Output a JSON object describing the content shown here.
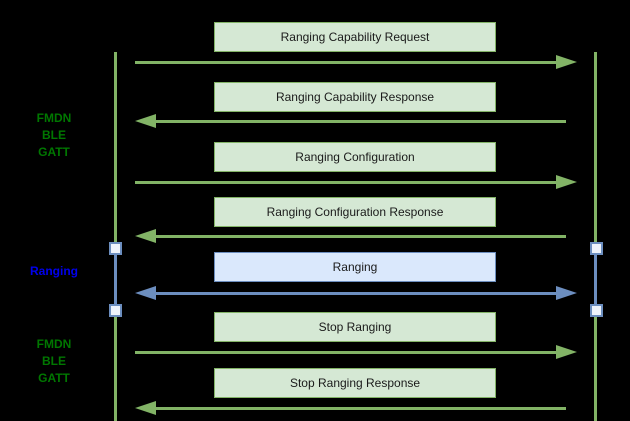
{
  "phases": [
    {
      "id": "fmdn-ble-gatt-top",
      "lines": [
        "FMDN",
        "BLE",
        "GATT"
      ],
      "color": "#007700"
    },
    {
      "id": "ranging",
      "lines": [
        "Ranging"
      ],
      "color": "#0000ee"
    },
    {
      "id": "fmdn-ble-gatt-bottom",
      "lines": [
        "FMDN",
        "BLE",
        "GATT"
      ],
      "color": "#007700"
    }
  ],
  "messages": [
    {
      "label": "Ranging Capability Request",
      "direction": "right",
      "style": "green"
    },
    {
      "label": "Ranging Capability Response",
      "direction": "left",
      "style": "green"
    },
    {
      "label": "Ranging Configuration",
      "direction": "right",
      "style": "green"
    },
    {
      "label": "Ranging Configuration Response",
      "direction": "left",
      "style": "green"
    },
    {
      "label": "Ranging",
      "direction": "both",
      "style": "blue"
    },
    {
      "label": "Stop Ranging",
      "direction": "right",
      "style": "green"
    },
    {
      "label": "Stop Ranging Response",
      "direction": "left",
      "style": "green"
    }
  ],
  "colors": {
    "background": "#000000",
    "green_stroke": "#82b366",
    "green_fill": "#d5e8d4",
    "blue_stroke": "#6c8ebf",
    "blue_fill": "#dae8fc",
    "phase_green_text": "#007700",
    "phase_blue_text": "#0000ee",
    "message_text": "#1a1a1a",
    "activation_marker_fill": "#eef3fb"
  }
}
